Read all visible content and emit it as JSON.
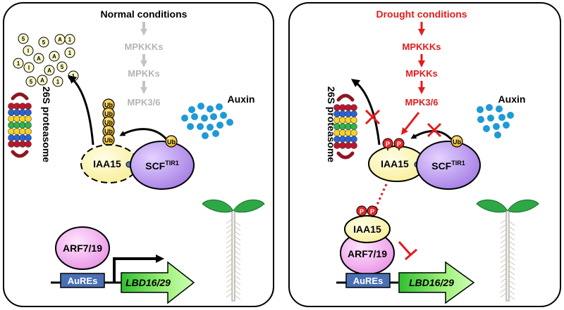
{
  "left_panel": {
    "title": "Normal conditions",
    "cascade": [
      "MPKKKs",
      "MPKKs",
      "MPK3/6"
    ],
    "auxin_label": "Auxin",
    "proteasome_label": "26S proteasome",
    "ub_labels": [
      "Ub",
      "Ub",
      "Ub",
      "Ub",
      "Ub"
    ],
    "scf_ub_label": "Ub",
    "iaa_label": "IAA15",
    "scf_main": "SCF",
    "scf_sup": "TIR1",
    "arf_label": "ARF7/19",
    "aures_label": "AuREs",
    "lbd_label": "LBD16/29",
    "fragment_letters": [
      "I",
      "5",
      "A",
      "A",
      "A",
      "1",
      "A",
      "5",
      "1",
      "I",
      "A",
      "1",
      "5",
      "1",
      "1",
      "5"
    ]
  },
  "right_panel": {
    "title": "Drought conditions",
    "cascade": [
      "MPKKKs",
      "MPKKs",
      "MPK3/6"
    ],
    "auxin_label": "Auxin",
    "proteasome_label": "26S proteasome",
    "p_label": "P",
    "iaa_label": "IAA15",
    "scf_main": "SCF",
    "scf_sup": "TIR1",
    "scf_ub_label": "Ub",
    "arf_label": "ARF7/19",
    "aures_label": "AuREs",
    "lbd_label": "LBD16/29"
  },
  "colors": {
    "drought_red": "#e31b1b",
    "gray_text": "#b4b4b4",
    "auxin_blue": "#1e9ad6",
    "iaa_yellow": "#fdf6b5",
    "scf_purple": "#b38de8",
    "arf_pink": "#f3a6ef",
    "aures_blue": "#4a6fb5",
    "lbd_green": "#7ee05a",
    "ub_gold": "#f0c419",
    "p_red": "#e02828",
    "leaf_green": "#2ea844"
  }
}
